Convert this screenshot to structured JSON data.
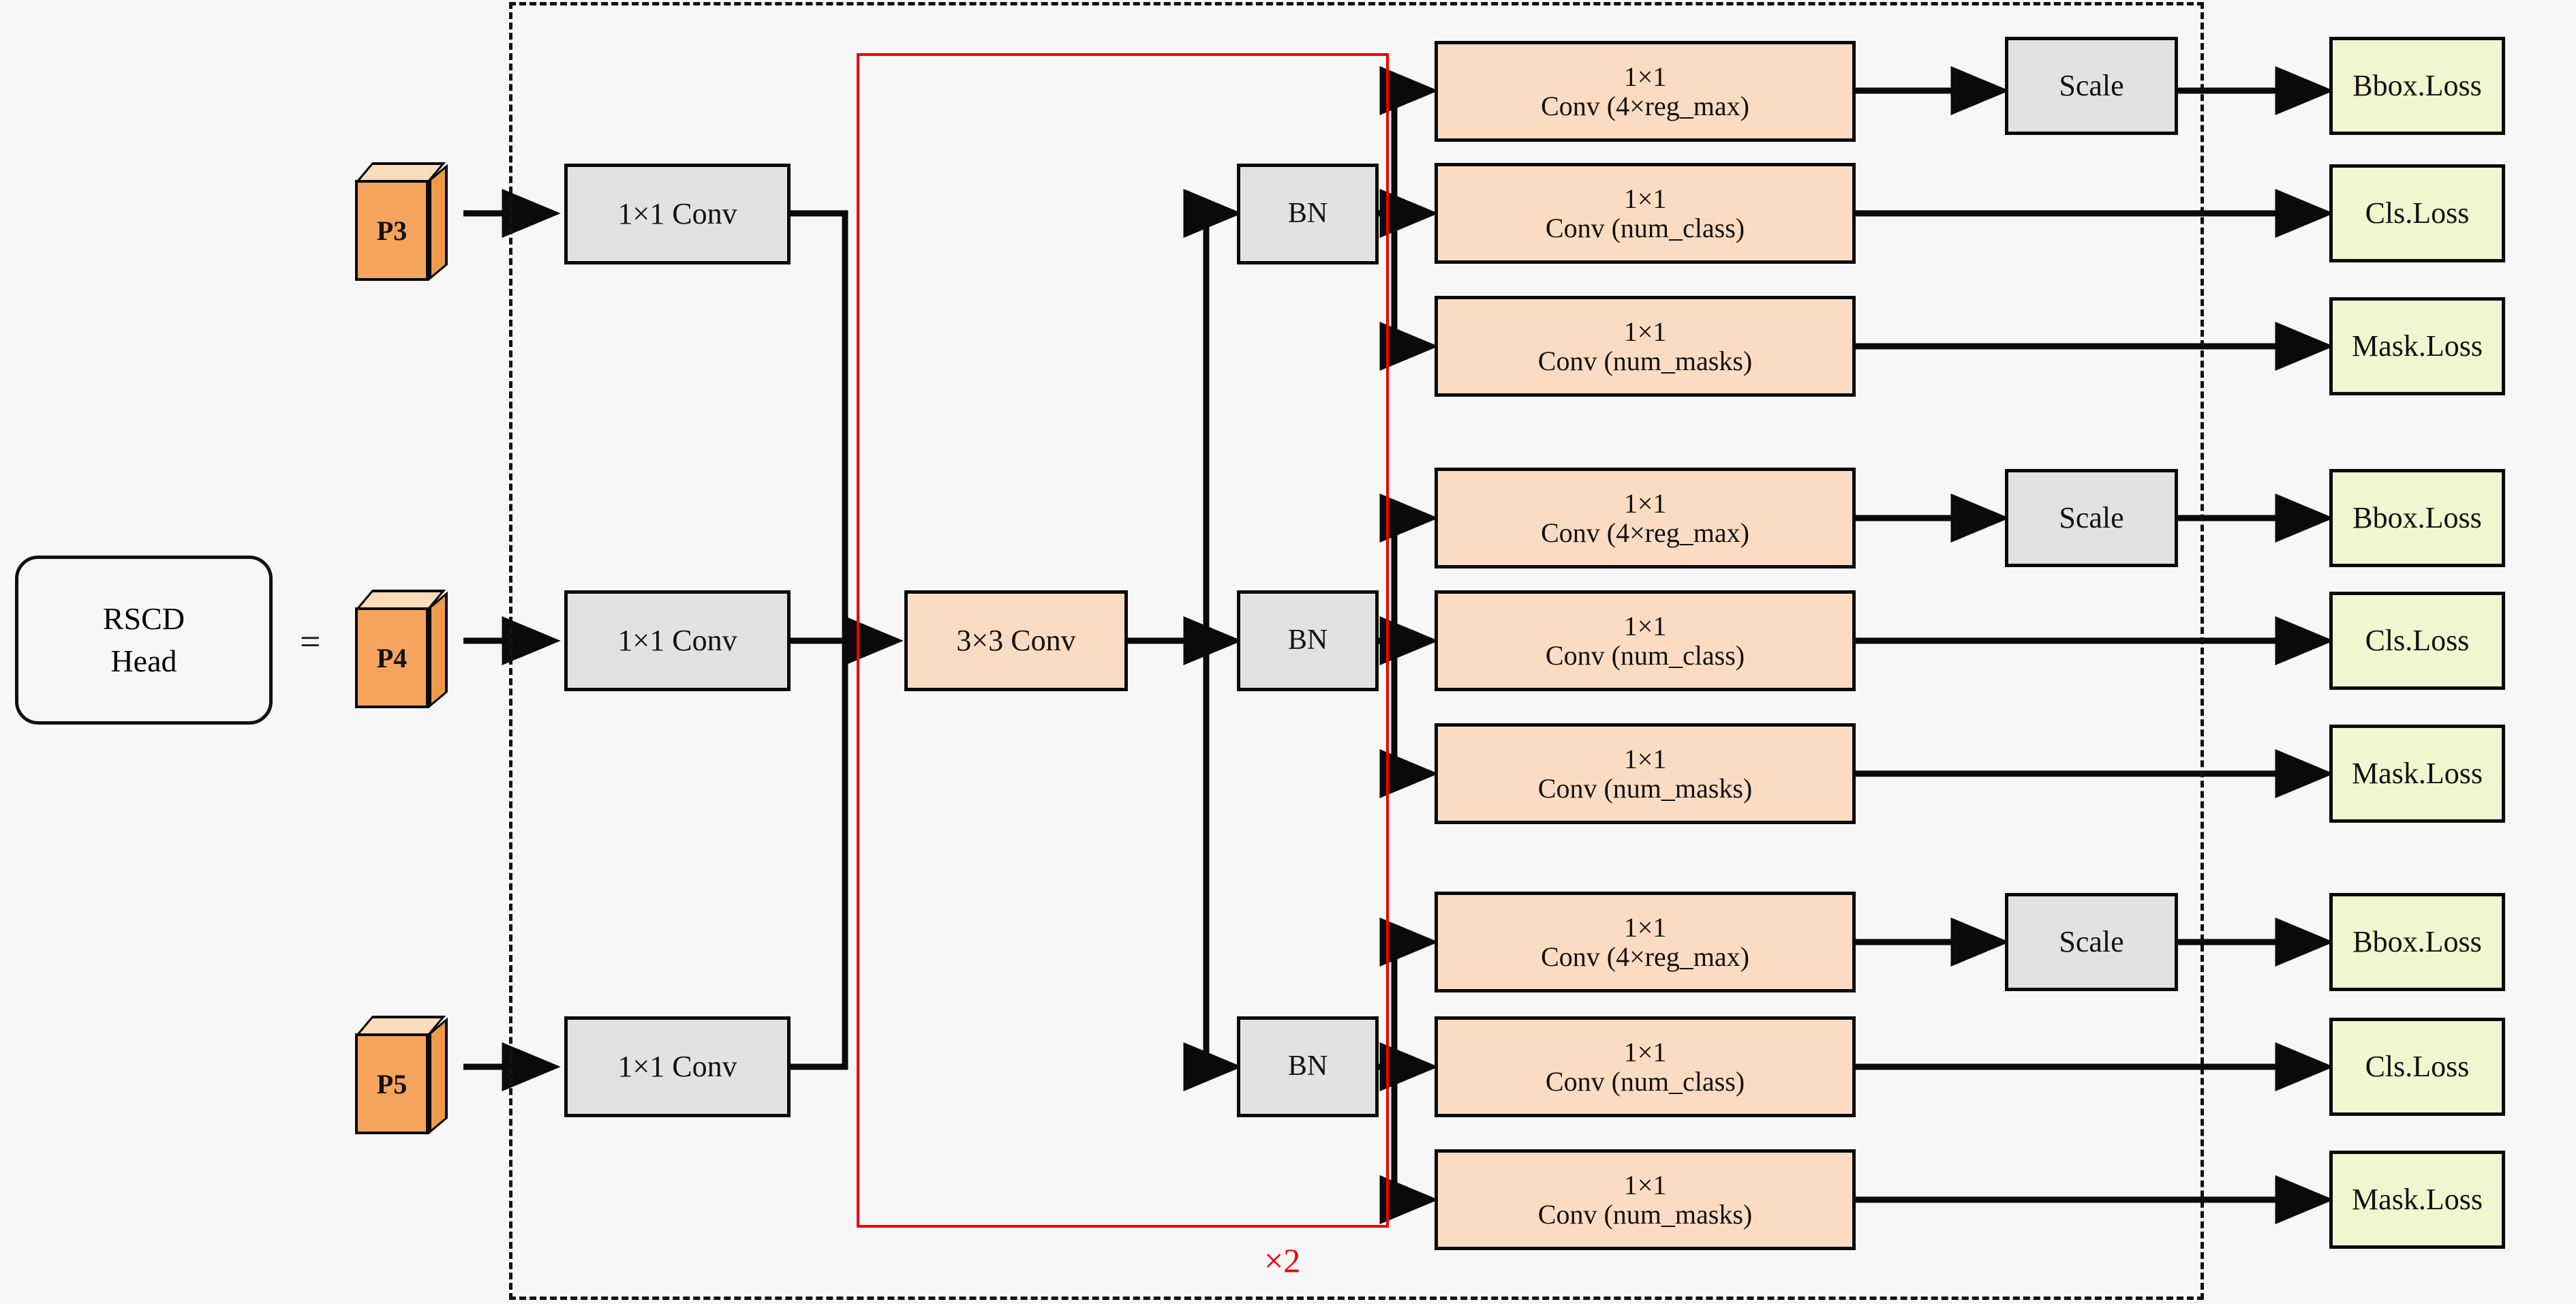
{
  "diagram": {
    "title": "RSCD Head",
    "head_label_line1": "RSCD",
    "head_label_line2": "Head",
    "equals": "=",
    "repeat_label": "×2",
    "inputs": [
      {
        "name": "P3"
      },
      {
        "name": "P4"
      },
      {
        "name": "P5"
      }
    ],
    "stem_label": "1×1 Conv",
    "shared_conv_label": "3×3 Conv",
    "bn_label": "BN",
    "scale_label": "Scale",
    "kernel_label": "1×1",
    "branches": [
      {
        "conv": "Conv (4×reg_max)",
        "has_scale": true,
        "loss": "Bbox.Loss"
      },
      {
        "conv": "Conv (num_class)",
        "has_scale": false,
        "loss": "Cls.Loss"
      },
      {
        "conv": "Conv (num_masks)",
        "has_scale": false,
        "loss": "Mask.Loss"
      }
    ],
    "levels": [
      {
        "input": "P3",
        "stem": "1×1 Conv",
        "bn": "BN",
        "heads": [
          {
            "kernel": "1×1",
            "conv": "Conv (4×reg_max)",
            "scale": "Scale",
            "loss": "Bbox.Loss"
          },
          {
            "kernel": "1×1",
            "conv": "Conv (num_class)",
            "scale": null,
            "loss": "Cls.Loss"
          },
          {
            "kernel": "1×1",
            "conv": "Conv (num_masks)",
            "scale": null,
            "loss": "Mask.Loss"
          }
        ]
      },
      {
        "input": "P4",
        "stem": "1×1 Conv",
        "bn": "BN",
        "heads": [
          {
            "kernel": "1×1",
            "conv": "Conv (4×reg_max)",
            "scale": "Scale",
            "loss": "Bbox.Loss"
          },
          {
            "kernel": "1×1",
            "conv": "Conv (num_class)",
            "scale": null,
            "loss": "Cls.Loss"
          },
          {
            "kernel": "1×1",
            "conv": "Conv (num_masks)",
            "scale": null,
            "loss": "Mask.Loss"
          }
        ]
      },
      {
        "input": "P5",
        "stem": "1×1 Conv",
        "bn": "BN",
        "heads": [
          {
            "kernel": "1×1",
            "conv": "Conv (4×reg_max)",
            "scale": "Scale",
            "loss": "Bbox.Loss"
          },
          {
            "kernel": "1×1",
            "conv": "Conv (num_class)",
            "scale": null,
            "loss": "Cls.Loss"
          },
          {
            "kernel": "1×1",
            "conv": "Conv (num_masks)",
            "scale": null,
            "loss": "Mask.Loss"
          }
        ]
      }
    ],
    "colors": {
      "background": "#f7f7f7",
      "conv_fill": "#fbdcc2",
      "gray_fill": "#e2e2e2",
      "loss_fill": "#f1f6cf",
      "cube_front": "#f4a45c",
      "cube_top": "#fbdcbb",
      "cube_side": "#ef9a4a",
      "stroke": "#0a0a0a",
      "accent_red": "#ef0000"
    }
  }
}
